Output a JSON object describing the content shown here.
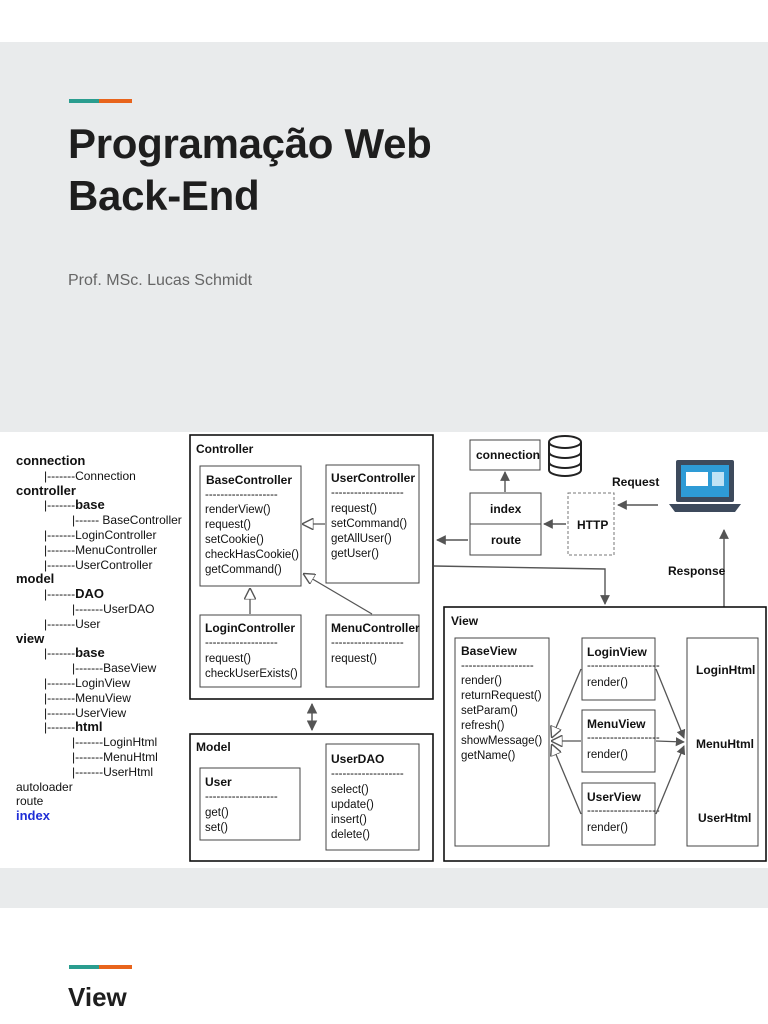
{
  "header": {
    "title_line1": "Programação Web",
    "title_line2": "Back-End",
    "author": "Prof. MSc. Lucas Schmidt"
  },
  "colors": {
    "background": "#e9ebec",
    "accent_teal": "#2a9d8f",
    "accent_orange": "#e8641c"
  },
  "tree": [
    {
      "text": "connection",
      "style": "b",
      "indent": 0
    },
    {
      "text": "|-------Connection",
      "style": "",
      "indent": 28
    },
    {
      "text": "controller",
      "style": "b",
      "indent": 0
    },
    {
      "text": "|-------",
      "bold": "base",
      "style": "",
      "indent": 28
    },
    {
      "text": "|------ BaseController",
      "style": "",
      "indent": 56
    },
    {
      "text": "|-------LoginController",
      "style": "",
      "indent": 28
    },
    {
      "text": "|-------MenuController",
      "style": "",
      "indent": 28
    },
    {
      "text": "|-------UserController",
      "style": "",
      "indent": 28
    },
    {
      "text": "model",
      "style": "b",
      "indent": 0
    },
    {
      "text": "|-------",
      "bold": "DAO",
      "style": "",
      "indent": 28
    },
    {
      "text": "|-------UserDAO",
      "style": "",
      "indent": 56
    },
    {
      "text": "|-------User",
      "style": "",
      "indent": 28
    },
    {
      "text": "view",
      "style": "b",
      "indent": 0
    },
    {
      "text": "|-------",
      "bold": "base",
      "style": "",
      "indent": 28
    },
    {
      "text": "|-------BaseView",
      "style": "",
      "indent": 56
    },
    {
      "text": "|-------LoginView",
      "style": "",
      "indent": 28
    },
    {
      "text": "|-------MenuView",
      "style": "",
      "indent": 28
    },
    {
      "text": "|-------UserView",
      "style": "",
      "indent": 28
    },
    {
      "text": "|-------",
      "bold": "html",
      "style": "",
      "indent": 28
    },
    {
      "text": "|-------LoginHtml",
      "style": "",
      "indent": 56
    },
    {
      "text": "|-------MenuHtml",
      "style": "",
      "indent": 56
    },
    {
      "text": "|-------UserHtml",
      "style": "",
      "indent": 56
    },
    {
      "text": "autoloader",
      "style": "",
      "indent": 0
    },
    {
      "text": "route",
      "style": "",
      "indent": 0
    },
    {
      "text": "index",
      "style": "blue",
      "indent": 0
    }
  ],
  "diagram": {
    "controller_group": "Controller",
    "model_group": "Model",
    "view_group": "View",
    "separator": "-------------------",
    "base_controller": {
      "name": "BaseController",
      "methods": [
        "renderView()",
        "request()",
        "setCookie()",
        "checkHasCookie()",
        "getCommand()"
      ]
    },
    "user_controller": {
      "name": "UserController",
      "methods": [
        "request()",
        "setCommand()",
        "getAllUser()",
        "getUser()"
      ]
    },
    "login_controller": {
      "name": "LoginController",
      "methods": [
        "request()",
        "checkUserExists()"
      ]
    },
    "menu_controller": {
      "name": "MenuController",
      "methods": [
        "request()"
      ]
    },
    "user": {
      "name": "User",
      "methods": [
        "get()",
        "set()"
      ]
    },
    "user_dao": {
      "name": "UserDAO",
      "methods": [
        "select()",
        "update()",
        "insert()",
        "delete()"
      ]
    },
    "base_view": {
      "name": "BaseView",
      "methods": [
        "render()",
        "returnRequest()",
        "setParam()",
        "refresh()",
        "showMessage()",
        "getName()"
      ]
    },
    "login_view": {
      "name": "LoginView",
      "methods": [
        "render()"
      ]
    },
    "menu_view": {
      "name": "MenuView",
      "methods": [
        "render()"
      ]
    },
    "user_view": {
      "name": "UserView",
      "methods": [
        "render()"
      ]
    },
    "html_files": [
      "LoginHtml",
      "MenuHtml",
      "UserHtml"
    ],
    "connection": "connection",
    "index": "index",
    "route": "route",
    "http": "HTTP",
    "request": "Request",
    "response": "Response"
  },
  "section": {
    "title": "View"
  }
}
